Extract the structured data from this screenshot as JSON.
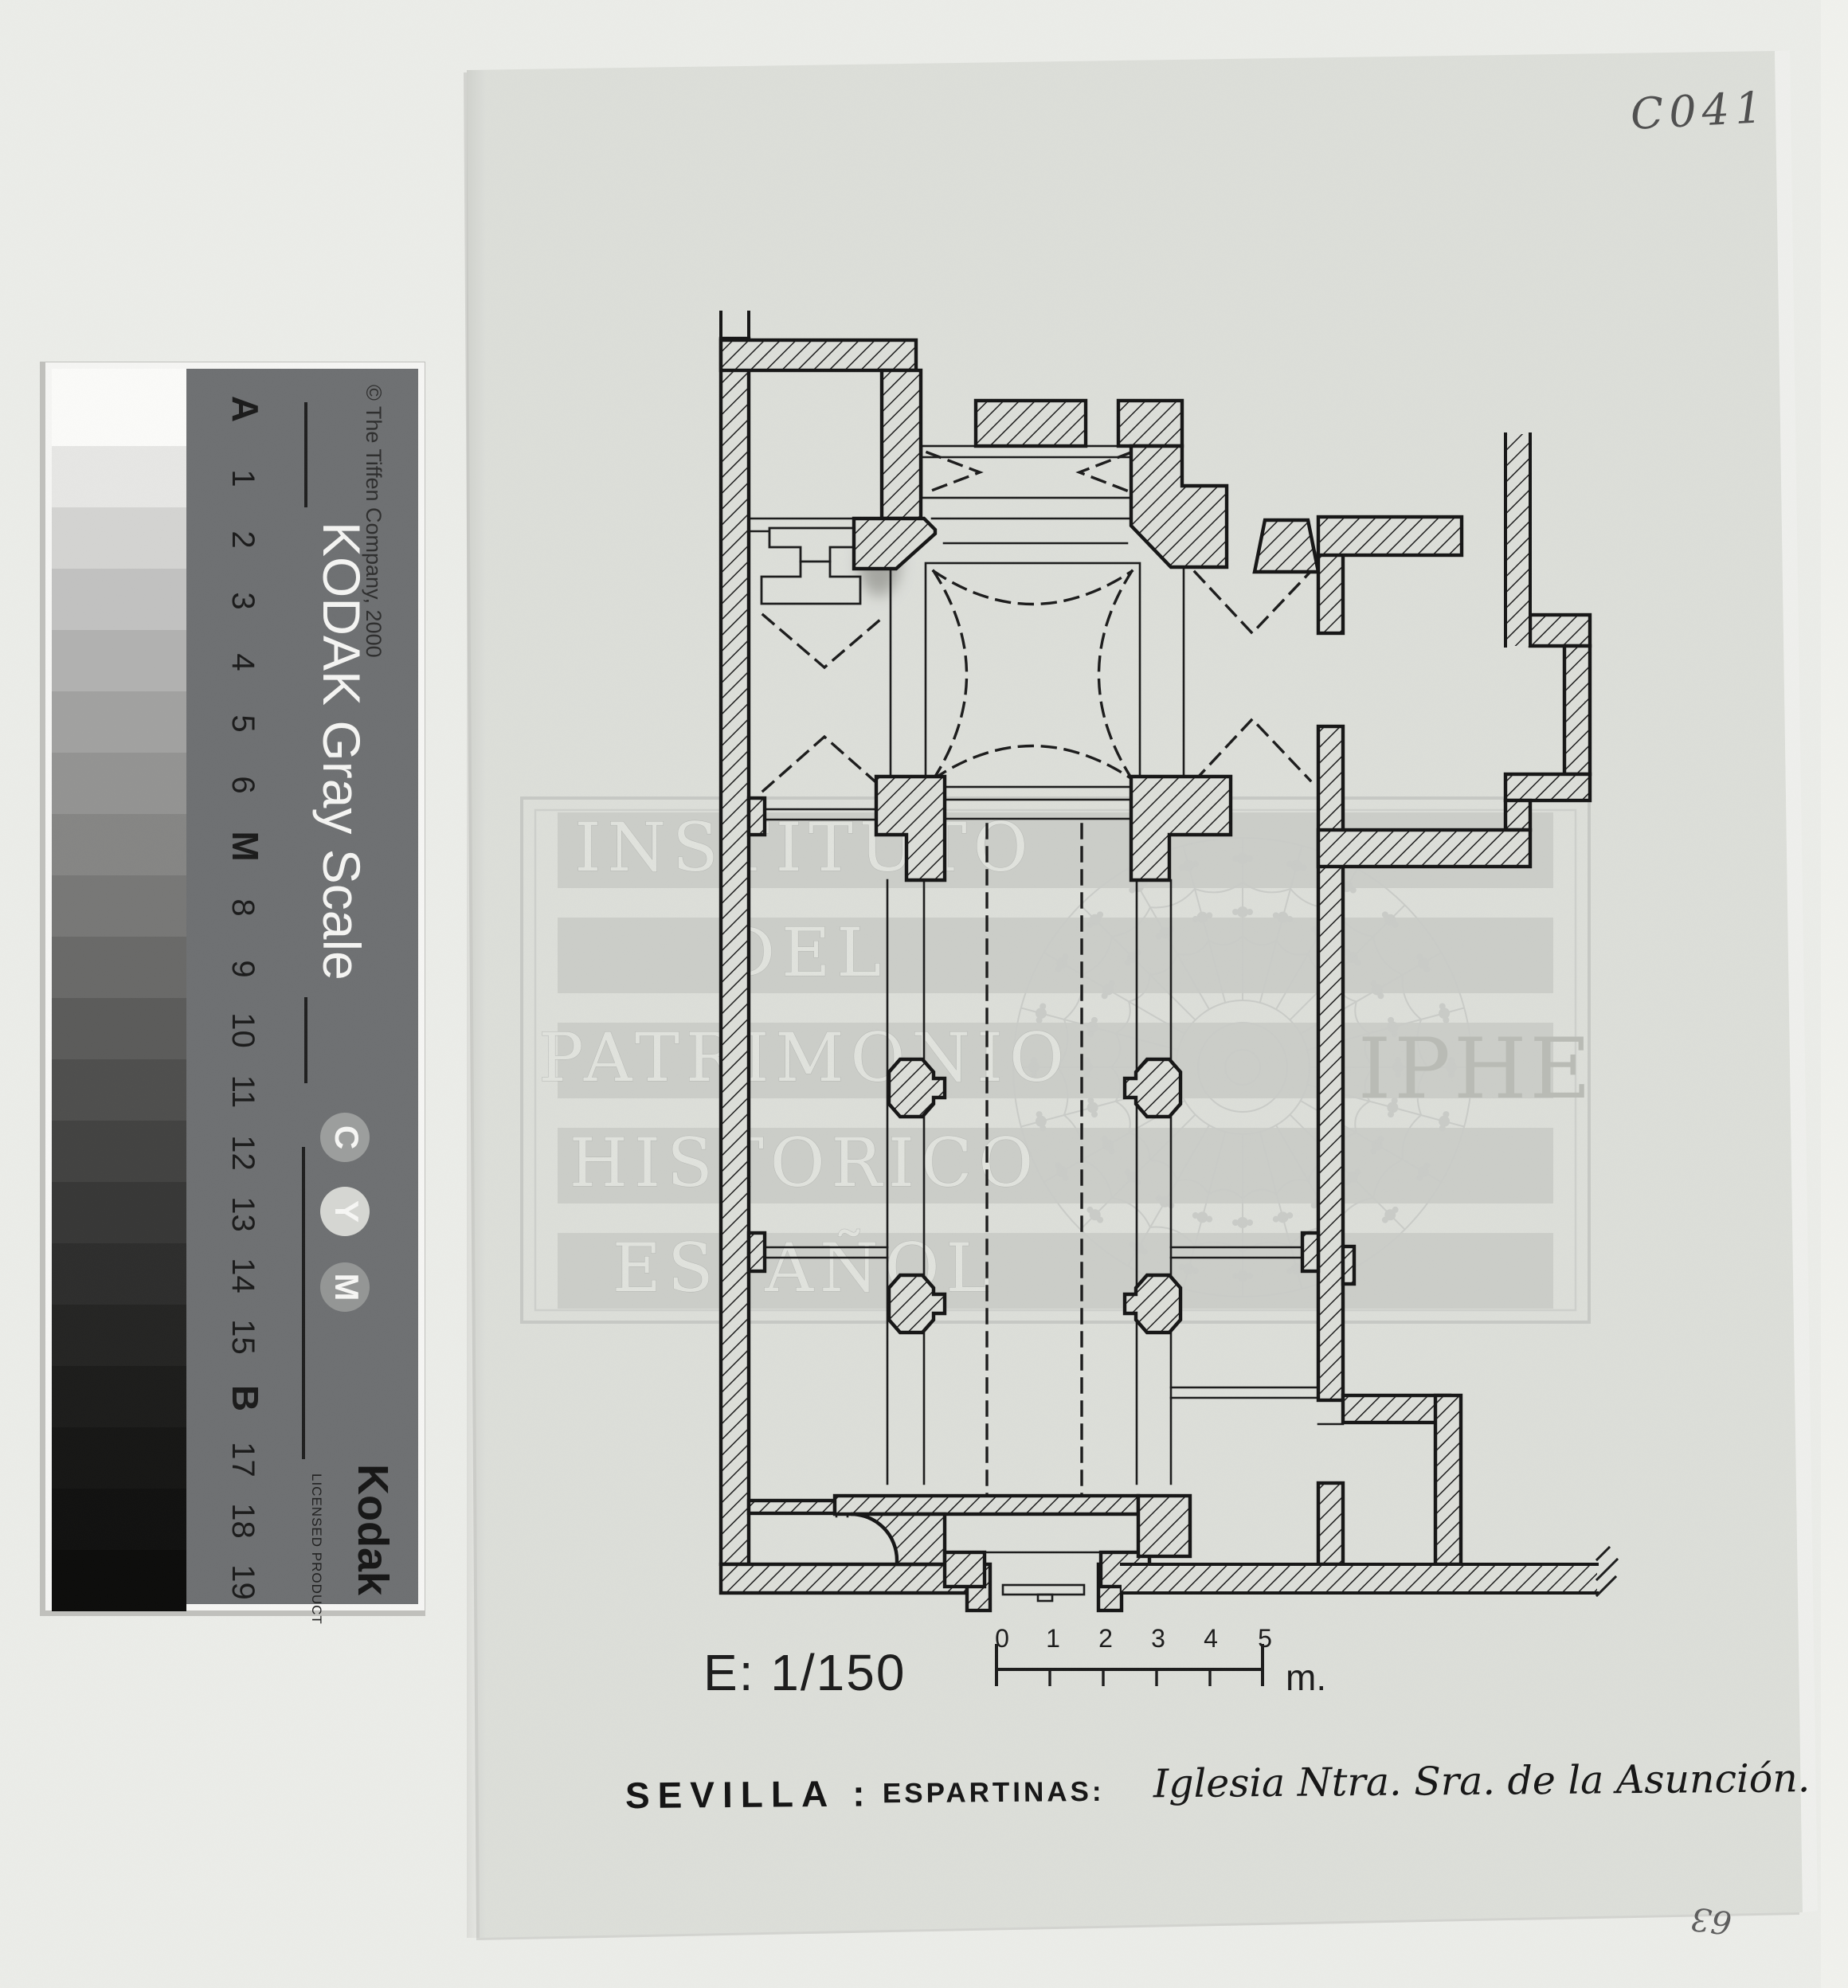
{
  "document": {
    "kind": "archival grayscale scan of an architectural floor plan on tracing paper",
    "inventory_code": "C041",
    "corner_mark": "63"
  },
  "drawing": {
    "scale_label": "E: 1/150",
    "scale_unit": "m.",
    "scale_ticks": [
      "0",
      "1",
      "2",
      "3",
      "4",
      "5"
    ],
    "caption": {
      "part1": "SEVILLA :",
      "part2": "ESPARTINAS:",
      "part3": "Iglesia Ntra. Sra. de la Asunción."
    },
    "watermark": {
      "lines": [
        "INSTITUTO",
        "DEL",
        "PATRIMONIO",
        "HISTORICO",
        "ESPAÑOL"
      ],
      "acronym": "IPHE"
    }
  },
  "gray_scale_strip": {
    "title": "KODAK Gray Scale",
    "copyright": "© The Tiffen Company, 2000",
    "brand": "Kodak",
    "license_text": "LICENSED PRODUCT",
    "ink_letters": [
      "C",
      "Y",
      "M"
    ],
    "patches": [
      {
        "label": "A",
        "color": "#fafaf8",
        "bold": true
      },
      {
        "label": "1",
        "color": "#e6e6e4",
        "bold": false
      },
      {
        "label": "2",
        "color": "#d3d3d1",
        "bold": false
      },
      {
        "label": "3",
        "color": "#c1c1c0",
        "bold": false
      },
      {
        "label": "4",
        "color": "#b1b1b0",
        "bold": false
      },
      {
        "label": "5",
        "color": "#a1a1a0",
        "bold": false
      },
      {
        "label": "6",
        "color": "#939392",
        "bold": false
      },
      {
        "label": "M",
        "color": "#858584",
        "bold": true
      },
      {
        "label": "8",
        "color": "#777776",
        "bold": false
      },
      {
        "label": "9",
        "color": "#696968",
        "bold": false
      },
      {
        "label": "10",
        "color": "#5b5b5a",
        "bold": false
      },
      {
        "label": "11",
        "color": "#4e4e4d",
        "bold": false
      },
      {
        "label": "12",
        "color": "#424241",
        "bold": false
      },
      {
        "label": "13",
        "color": "#373736",
        "bold": false
      },
      {
        "label": "14",
        "color": "#2d2d2c",
        "bold": false
      },
      {
        "label": "15",
        "color": "#242423",
        "bold": false
      },
      {
        "label": "B",
        "color": "#1c1c1b",
        "bold": true
      },
      {
        "label": "17",
        "color": "#161615",
        "bold": false
      },
      {
        "label": "18",
        "color": "#111110",
        "bold": false
      },
      {
        "label": "19",
        "color": "#0c0c0b",
        "bold": false
      }
    ],
    "cym_circles": [
      {
        "letter": "C",
        "fill": "#9c9e9d"
      },
      {
        "letter": "Y",
        "fill": "#d5d6d2"
      },
      {
        "letter": "M",
        "fill": "#949695"
      }
    ]
  },
  "colors": {
    "scanner_background": "#ebece8",
    "sheet": "#dcded9",
    "ink": "#1a1a1a",
    "watermark": "#c7c9c5",
    "strip_panel": "#6e7072",
    "pencil": "#4a4a4a"
  }
}
